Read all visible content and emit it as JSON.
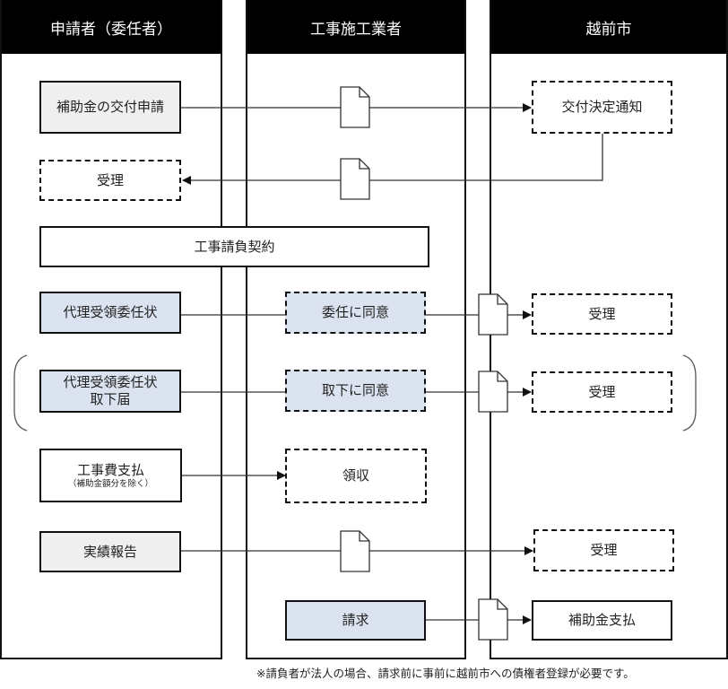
{
  "lanes": [
    {
      "title": "申請者（委任者）"
    },
    {
      "title": "工事施工業者"
    },
    {
      "title": "越前市"
    }
  ],
  "steps": {
    "application": "補助金の交付申請",
    "grant_notice": "交付決定通知",
    "receipt_applicant": "受理",
    "contract": "工事請負契約",
    "proxy_letter": "代理受領委任状",
    "consent_delegation": "委任に同意",
    "receipt_city_1": "受理",
    "withdrawal_line1": "代理受領委任状",
    "withdrawal_line2": "取下届",
    "consent_withdrawal": "取下に同意",
    "receipt_city_2": "受理",
    "payment_line1": "工事費支払",
    "payment_line2": "（補助金額分を除く）",
    "receipt_contractor": "領収",
    "performance_report": "実績報告",
    "receipt_city_3": "受理",
    "invoice": "請求",
    "subsidy_payment": "補助金支払"
  },
  "note": "※請負者が法人の場合、請求前に事前に越前市への債権者登録が必要です。",
  "colors": {
    "header": "#000000",
    "gray_fill": "#efefef",
    "blue_fill": "#dce3f0"
  }
}
